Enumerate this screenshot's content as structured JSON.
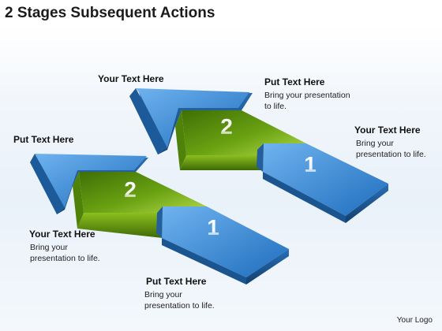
{
  "title": "2 Stages Subsequent Actions",
  "labels": {
    "top_left_heading": "Your Text Here",
    "top_right_heading": "Put Text Here",
    "top_right_body": "Bring your presentation to life.",
    "right_heading": "Your Text Here",
    "right_body": "Bring your presentation to life.",
    "left_heading": "Put Text Here",
    "mid_left_heading": "Your Text Here",
    "mid_left_body": "Bring your presentation to life.",
    "bottom_heading": "Put Text Here",
    "bottom_body": "Bring your presentation to life."
  },
  "stages": {
    "upper_stage_1": "1",
    "upper_stage_2": "2",
    "lower_stage_1": "1",
    "lower_stage_2": "2"
  },
  "footer": {
    "logo": "Your Logo"
  },
  "colors": {
    "blue": "#2f7fcf",
    "blue_light": "#6fb3ef",
    "blue_dark": "#17548f",
    "green": "#6aa212",
    "green_light": "#b2d94a",
    "green_dark": "#3e6a06"
  }
}
